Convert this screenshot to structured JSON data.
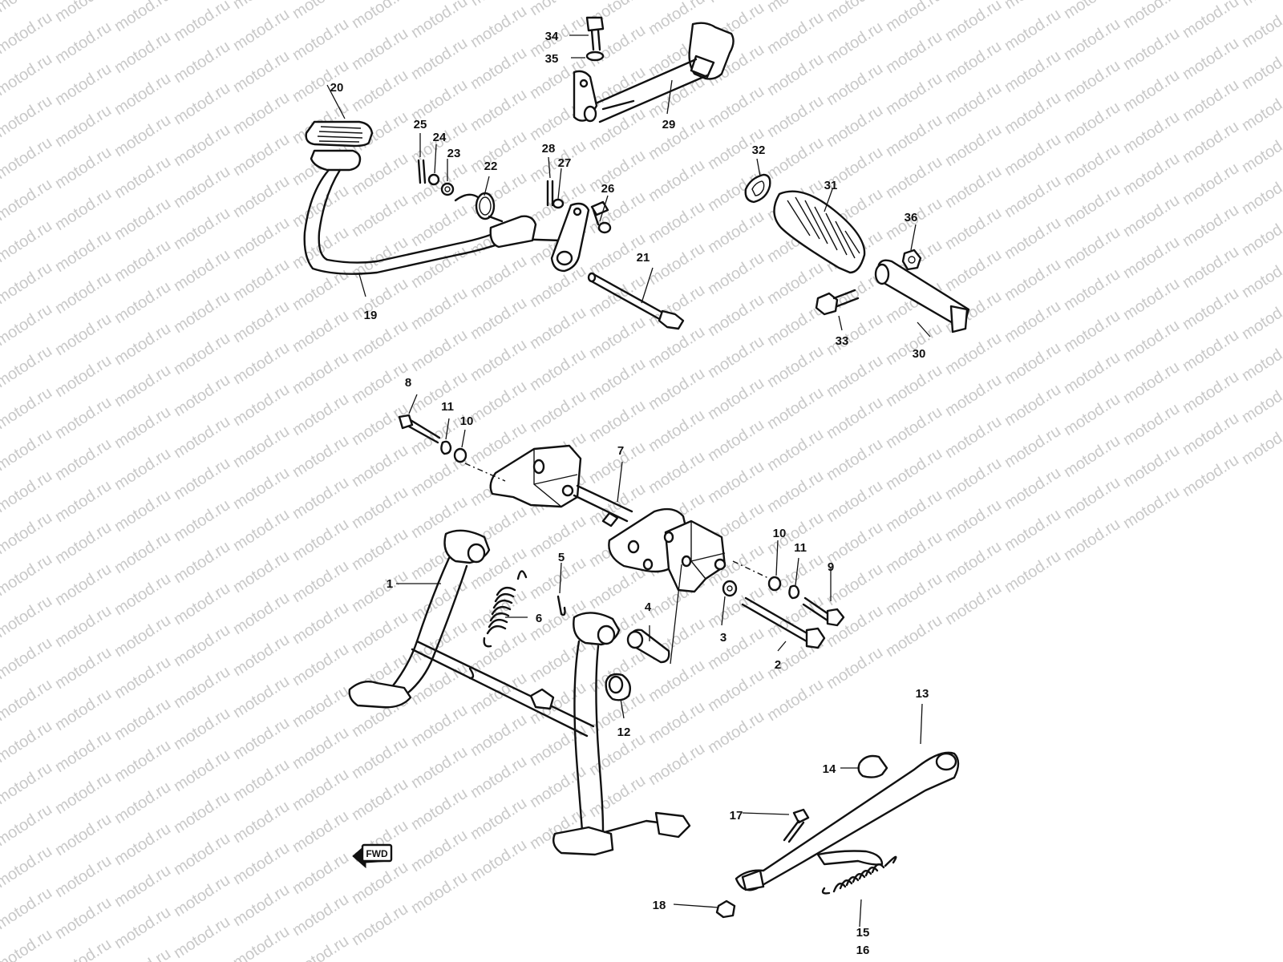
{
  "watermark": {
    "text": "motod.ru",
    "color": "#c9c9c9"
  },
  "fwd_badge": {
    "label": "FWD"
  },
  "callouts": [
    {
      "id": "c1",
      "text": "1"
    },
    {
      "id": "c2",
      "text": "2"
    },
    {
      "id": "c3",
      "text": "3"
    },
    {
      "id": "c4",
      "text": "4"
    },
    {
      "id": "c5",
      "text": "5"
    },
    {
      "id": "c6",
      "text": "6"
    },
    {
      "id": "c7",
      "text": "7"
    },
    {
      "id": "c8",
      "text": "8"
    },
    {
      "id": "c9",
      "text": "9"
    },
    {
      "id": "c10a",
      "text": "10"
    },
    {
      "id": "c10b",
      "text": "10"
    },
    {
      "id": "c11a",
      "text": "11"
    },
    {
      "id": "c11b",
      "text": "11"
    },
    {
      "id": "c12",
      "text": "12"
    },
    {
      "id": "c13",
      "text": "13"
    },
    {
      "id": "c14",
      "text": "14"
    },
    {
      "id": "c15",
      "text": "15"
    },
    {
      "id": "c16",
      "text": "16"
    },
    {
      "id": "c17",
      "text": "17"
    },
    {
      "id": "c18",
      "text": "18"
    },
    {
      "id": "c19",
      "text": "19"
    },
    {
      "id": "c20",
      "text": "20"
    },
    {
      "id": "c21",
      "text": "21"
    },
    {
      "id": "c22",
      "text": "22"
    },
    {
      "id": "c23",
      "text": "23"
    },
    {
      "id": "c24",
      "text": "24"
    },
    {
      "id": "c25",
      "text": "25"
    },
    {
      "id": "c26",
      "text": "26"
    },
    {
      "id": "c27",
      "text": "27"
    },
    {
      "id": "c28",
      "text": "28"
    },
    {
      "id": "c29",
      "text": "29"
    },
    {
      "id": "c30",
      "text": "30"
    },
    {
      "id": "c31",
      "text": "31"
    },
    {
      "id": "c32",
      "text": "32"
    },
    {
      "id": "c33",
      "text": "33"
    },
    {
      "id": "c34",
      "text": "34"
    },
    {
      "id": "c35",
      "text": "35"
    },
    {
      "id": "c36",
      "text": "36"
    }
  ]
}
